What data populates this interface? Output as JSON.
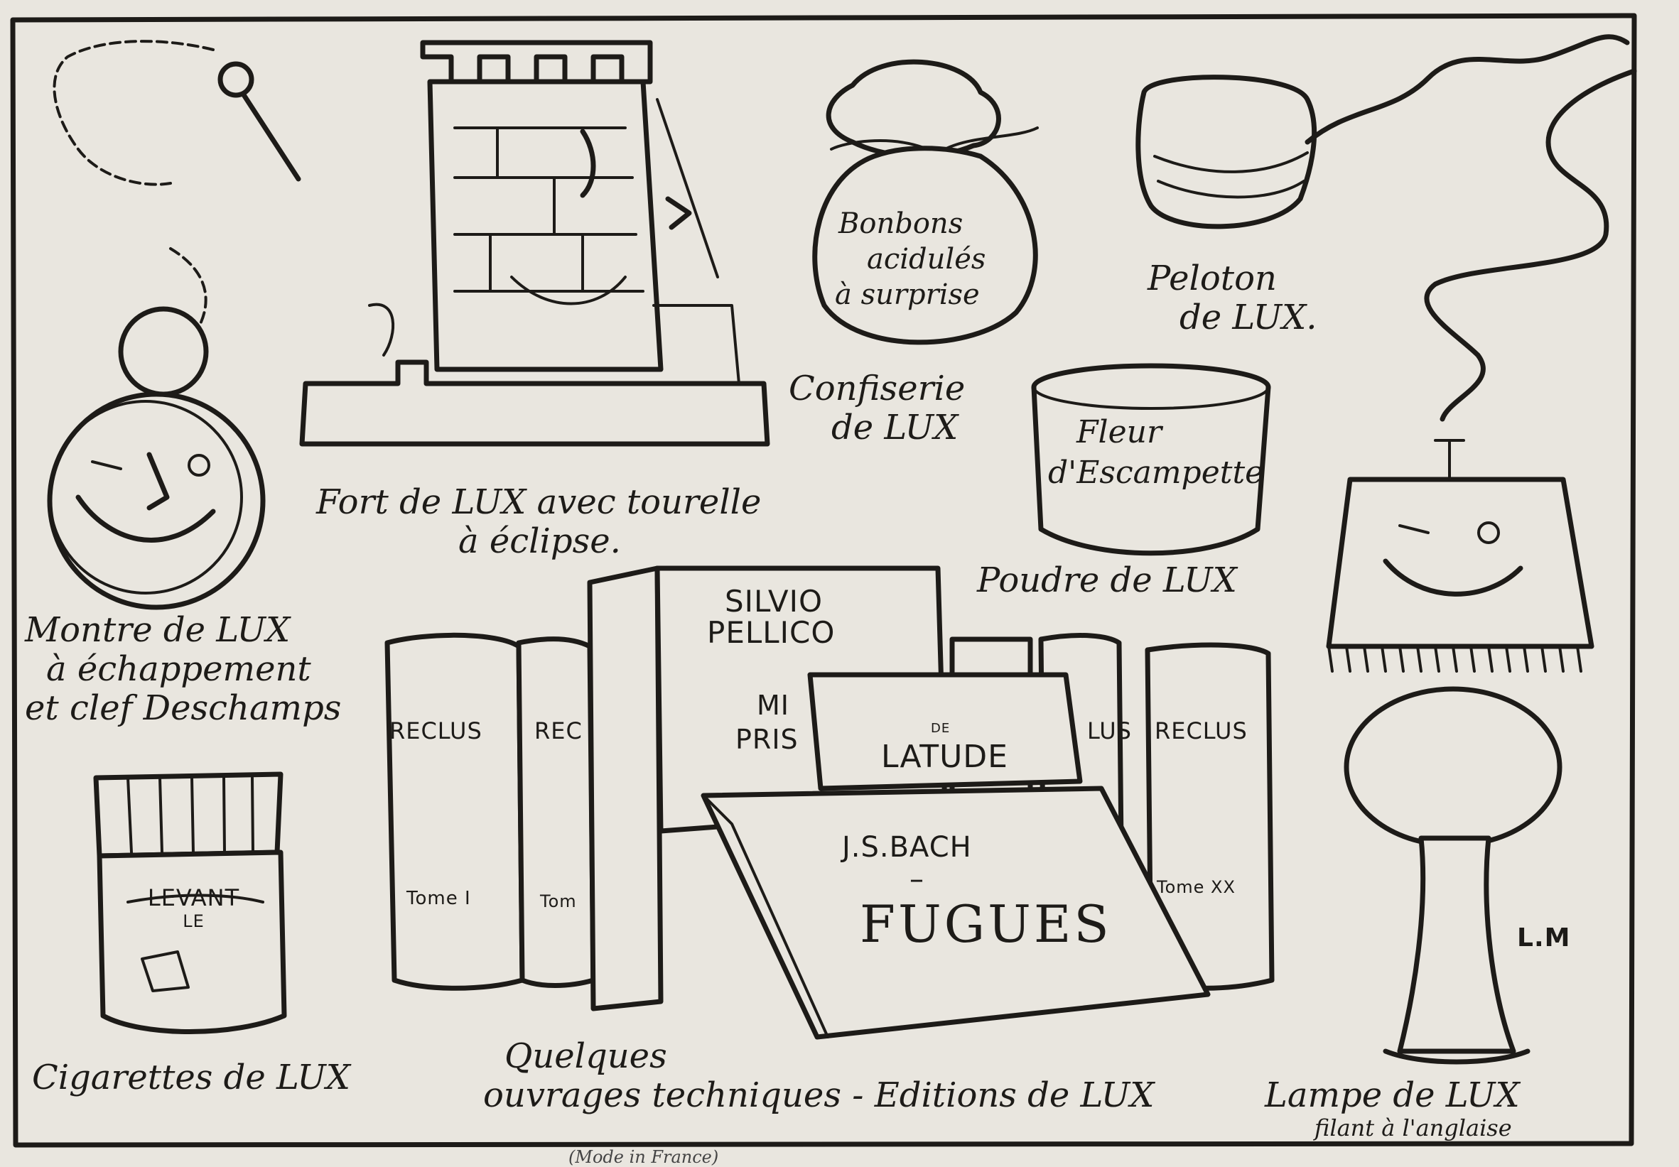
{
  "labels": {
    "montre": [
      "Montre de LUX",
      "à échappement",
      "et clef Deschamps"
    ],
    "fort": [
      "Fort de LUX avec tourelle",
      "à éclipse."
    ],
    "confiserie": [
      "Confiserie",
      "de LUX"
    ],
    "bonbons": [
      "Bonbons",
      "acidulés",
      "à surprise"
    ],
    "peloton": [
      "Peloton",
      "de LUX."
    ],
    "fleur": [
      "Fleur",
      "d'Escampette"
    ],
    "poudre": "Poudre de LUX",
    "cigarettes": "Cigarettes de LUX",
    "levant": [
      "LEVANT",
      "LE"
    ],
    "ouvrages": [
      "Quelques",
      "ouvrages techniques - Editions de LUX"
    ],
    "lampe": [
      "Lampe de LUX",
      "filant à l'anglaise"
    ],
    "signature": "L.M"
  },
  "books": {
    "reclus_left": "RECLUS",
    "reclus_left_tome": "Tome I",
    "reclus_second": "REC",
    "reclus_second_tome": "Tom",
    "silvio": [
      "SILVIO",
      "PELLICO"
    ],
    "silvio_sub": [
      "MI",
      "PRIS"
    ],
    "latude_top": "DE",
    "latude": "LATUDE",
    "lus": "LUS",
    "reclus_right": "RECLUS",
    "reclus_right_tome": "Tome XX",
    "bach": "J.S.BACH",
    "fugues": "FUGUES"
  },
  "footer": "(Mode in France)"
}
